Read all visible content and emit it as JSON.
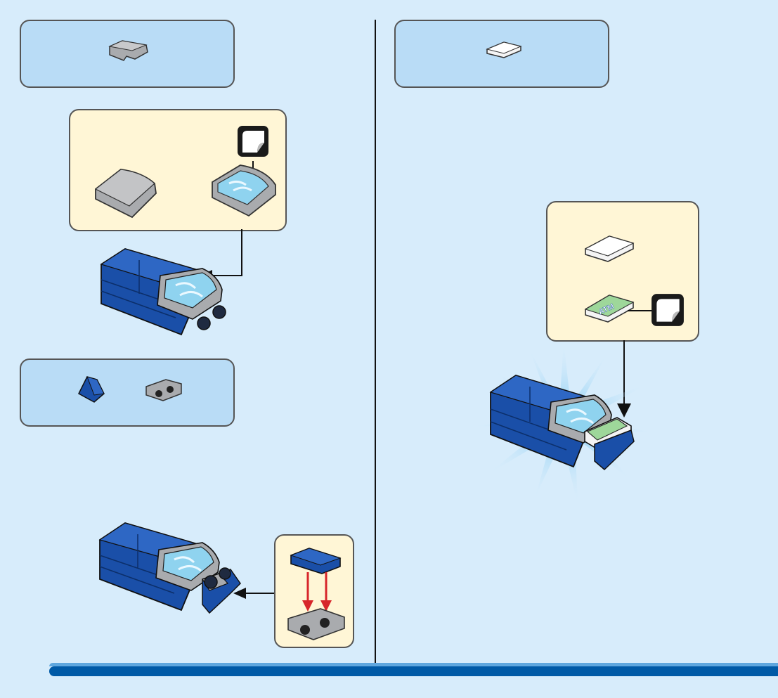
{
  "page": {
    "background": "#d7ecfb",
    "parts_box_fill": "#b9dcf6",
    "callout_fill": "#fff6d6",
    "brick_blue": "#1a4fa8",
    "brick_gray": "#a9abae",
    "screen_cyan": "#8fd3ef",
    "arrow_red": "#d7262b",
    "bar_blue": "#005aa6"
  },
  "steps": [
    {
      "id": "step-1",
      "parts": [
        "gray-curved-slope-icon"
      ]
    },
    {
      "id": "step-2",
      "parts": [
        "white-tile-icon"
      ]
    },
    {
      "id": "step-3",
      "parts": [
        "blue-slope-icon",
        "gray-bracket-icon"
      ]
    }
  ],
  "stickers": {
    "screen_sticker_text": "ATM"
  }
}
